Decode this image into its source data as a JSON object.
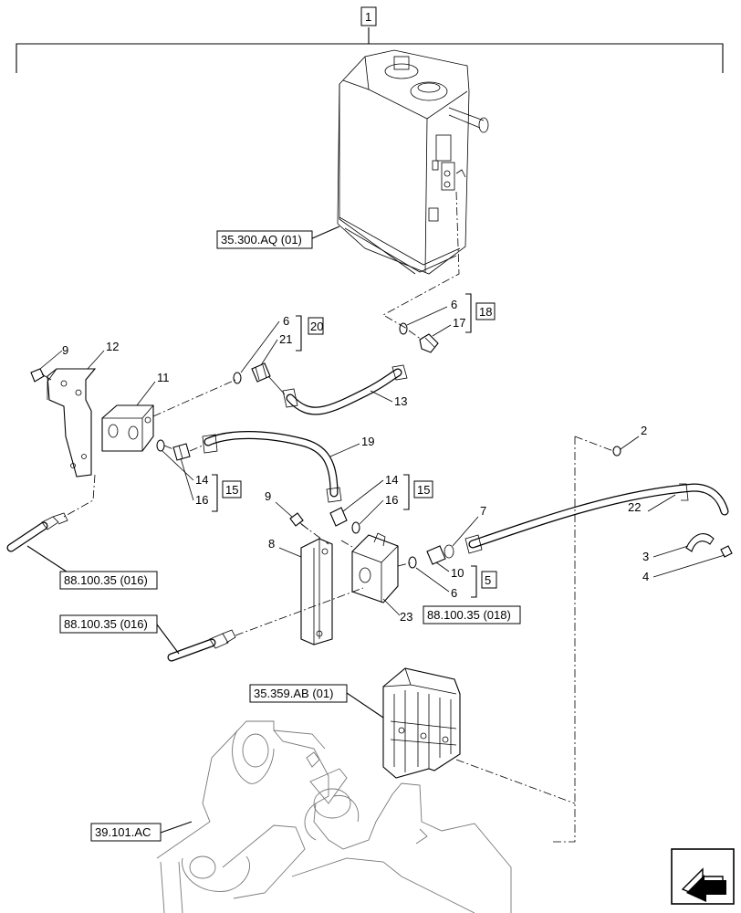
{
  "assembly_number": "1",
  "references": {
    "tank": "35.300.AQ (01)",
    "hose_left_top": "88.100.35 (016)",
    "hose_left_bottom": "88.100.35 (016)",
    "block": "88.100.35 (018)",
    "valve": "35.359.AB (01)",
    "frame": "39.101.AC"
  },
  "kits": {
    "k20": "20",
    "k18": "18",
    "k15a": "15",
    "k15b": "15",
    "k5": "5"
  },
  "labels": {
    "p1_9": "9",
    "p12": "12",
    "p11": "11",
    "p6a": "6",
    "p21": "21",
    "p6b": "6",
    "p17": "17",
    "p13": "13",
    "p19": "19",
    "p14a": "14",
    "p16a": "16",
    "p14b": "14",
    "p16b": "16",
    "p2_9": "9",
    "p2": "2",
    "p22": "22",
    "p7": "7",
    "p8": "8",
    "p10": "10",
    "p6c": "6",
    "p23": "23",
    "p3": "3",
    "p4": "4"
  },
  "icons": {
    "corner": "arrow-navigation-icon"
  }
}
